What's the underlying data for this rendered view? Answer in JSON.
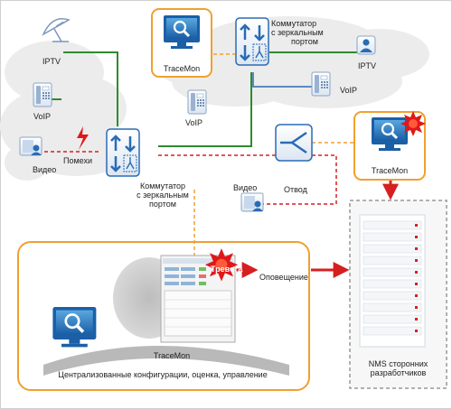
{
  "labels": {
    "iptv_left": "IPTV",
    "iptv_right": "IPTV",
    "voip_left": "VoIP",
    "voip_mid": "VoIP",
    "voip_right": "VoIP",
    "video_left": "Видео",
    "video_mid": "Видео",
    "interference": "Помехи",
    "switch_top_1": "Коммутатор",
    "switch_top_2": "с зеркальным",
    "switch_top_3": "портом",
    "switch_mid_1": "Коммутатор",
    "switch_mid_2": "с зеркальным",
    "switch_mid_3": "портом",
    "tap": "Отвод",
    "tracemon_top": "TraceMon",
    "tracemon_right": "TraceMon",
    "tracemon_bottom": "TraceMon",
    "central": "Централизованные конфигурации, оценка, управление",
    "alarm": "Тревога",
    "notification": "Оповещение",
    "nms_1": "NMS сторонних",
    "nms_2": "разработчиков"
  },
  "colors": {
    "orange": "#f0a030",
    "green": "#2e8b2e",
    "red": "#d42020",
    "blue": "#1f5fa8",
    "cloud": "#ececec",
    "grey_dash": "#999999"
  },
  "icons": [
    "satellite-dish-icon",
    "phone-icon",
    "video-user-icon",
    "switch-icon",
    "tap-splitter-icon",
    "monitor-search-icon",
    "alarm-burst-icon",
    "lightning-icon",
    "server-rack-icon",
    "person-icon"
  ]
}
